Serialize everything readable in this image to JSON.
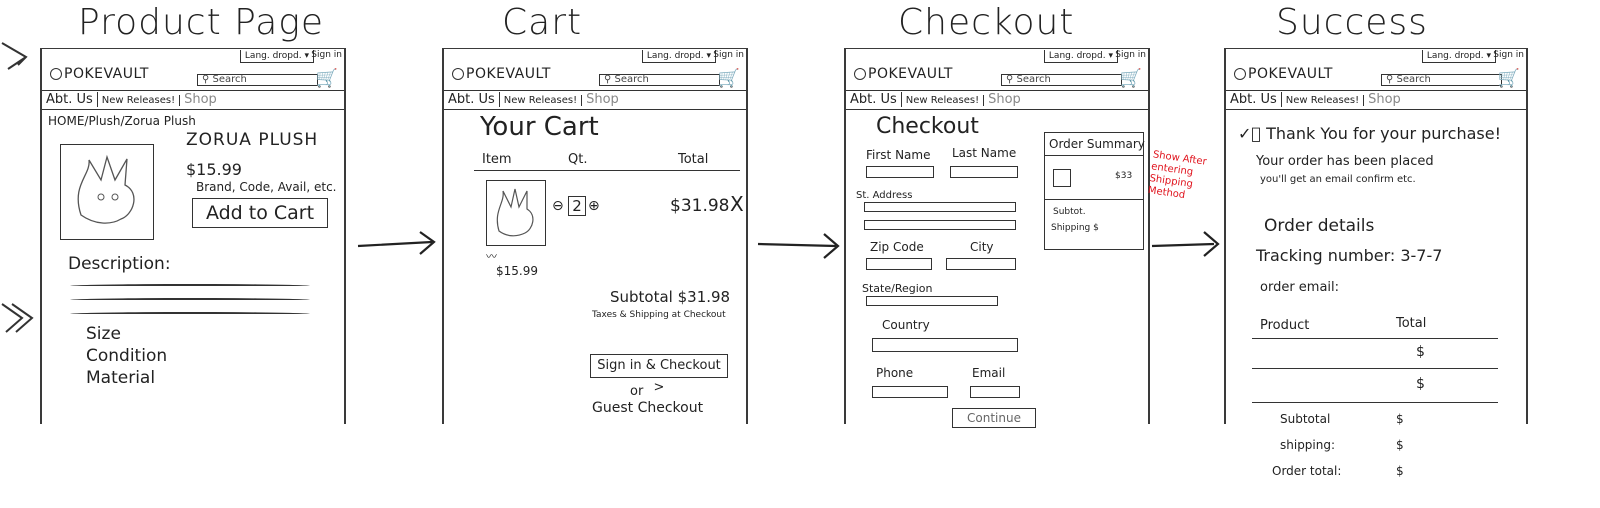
{
  "titles": {
    "product": "Product Page",
    "cart": "Cart",
    "checkout": "Checkout",
    "success": "Success"
  },
  "header": {
    "lang": "Lang. dropd.",
    "signin": "Sign in",
    "logo": "POKEVAULT",
    "search": "Search",
    "nav": {
      "about": "Abt. Us",
      "new": "New Releases!",
      "shop": "Shop"
    }
  },
  "product": {
    "breadcrumb": "HOME/Plush/Zorua Plush",
    "name": "ZORUA PLUSH",
    "price": "$15.99",
    "meta": "Brand, Code, Avail, etc.",
    "add_to_cart": "Add to Cart",
    "description": "Description:",
    "size": "Size",
    "condition": "Condition",
    "material": "Material"
  },
  "cart": {
    "heading": "Your Cart",
    "col_item": "Item",
    "col_qty": "Qt.",
    "col_total": "Total",
    "qty": "2",
    "line_total": "$31.98",
    "item_price": "$15.99",
    "remove": "X",
    "subtotal": "Subtotal $31.98",
    "taxes": "Taxes & Shipping at Checkout",
    "signin_checkout": "Sign in & Checkout >",
    "or": "or",
    "guest": "Guest Checkout"
  },
  "checkout": {
    "heading": "Checkout",
    "first": "First Name",
    "last": "Last Name",
    "address": "St. Address",
    "zip": "Zip Code",
    "city": "City",
    "state": "State/Region",
    "country": "Country",
    "phone": "Phone",
    "email": "Email",
    "continue": "Continue",
    "summary": "Order Summary",
    "summary_price": "$33",
    "subtotal": "Subtot.",
    "shipping": "Shipping $",
    "note": "Show After entering Shipping Method"
  },
  "success": {
    "thanks": "Thank You for your purchase!",
    "placed": "Your order has been placed",
    "email_note": "you'll get an email confirm etc.",
    "details": "Order details",
    "tracking": "Tracking number: 3-7-7",
    "order_email": "order email:",
    "col_product": "Product",
    "col_total": "Total",
    "dollar": "$",
    "subtotal": "Subtotal",
    "shipping": "shipping:",
    "order_total": "Order total:"
  }
}
